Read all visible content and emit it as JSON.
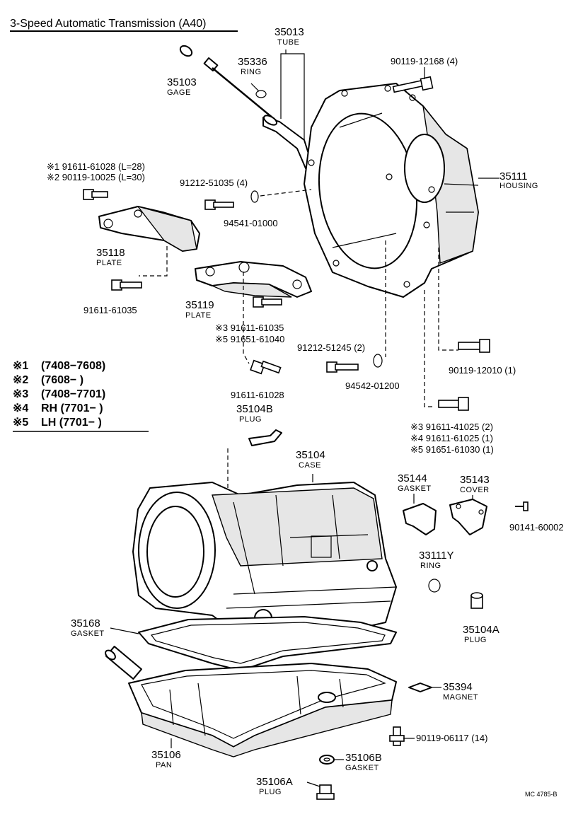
{
  "title": "3-Speed Automatic Transmission (A40)",
  "reference_code": "MC 4785-B",
  "legend": [
    {
      "mark": "※1",
      "text": "(7408−7608)"
    },
    {
      "mark": "※2",
      "text": "(7608−          )"
    },
    {
      "mark": "※3",
      "text": "(7408−7701)"
    },
    {
      "mark": "※4",
      "text": "RH (7701−          )"
    },
    {
      "mark": "※5",
      "text": "LH (7701−          )"
    }
  ],
  "labels": {
    "tube": {
      "number": "35013",
      "name": "TUBE"
    },
    "ring_35336": {
      "number": "35336",
      "name": "RING"
    },
    "gage": {
      "number": "35103",
      "name": "GAGE"
    },
    "bolt_12168": {
      "number": "90119-12168 (4)"
    },
    "housing": {
      "number": "35111",
      "name": "HOUSING"
    },
    "bolt_61028_a": {
      "line1": "※1 91611-61028 (L=28)",
      "line2": "※2 90119-10025 (L=30)"
    },
    "bolt_51035": {
      "number": "91212-51035 (4)"
    },
    "washer_01000": {
      "number": "94541-01000"
    },
    "plate_35118": {
      "number": "35118",
      "name": "PLATE"
    },
    "bolt_61035": {
      "number": "91611-61035"
    },
    "plate_35119": {
      "number": "35119",
      "name": "PLATE"
    },
    "bolt_multi_a": {
      "line1": "※3 91611-61035",
      "line2": "※5 91651-61040"
    },
    "bolt_51245": {
      "number": "91212-51245 (2)"
    },
    "washer_01200": {
      "number": "94542-01200"
    },
    "bolt_12010": {
      "number": "90119-12010 (1)"
    },
    "bolt_61028_b": {
      "number": "91611-61028"
    },
    "plug_35104B": {
      "number": "35104B",
      "name": "PLUG"
    },
    "bolt_multi_b": {
      "line1": "※3 91611-41025 (2)",
      "line2": "※4 91611-61025 (1)",
      "line3": "※5 91651-61030 (1)"
    },
    "case": {
      "number": "35104",
      "name": "CASE"
    },
    "gasket_35144": {
      "number": "35144",
      "name": "GASKET"
    },
    "cover_35143": {
      "number": "35143",
      "name": "COVER"
    },
    "screw_60002": {
      "number": "90141-60002"
    },
    "ring_33111Y": {
      "number": "33111Y",
      "name": "RING"
    },
    "gasket_35168": {
      "number": "35168",
      "name": "GASKET"
    },
    "plug_35104A": {
      "number": "35104A",
      "name": "PLUG"
    },
    "magnet": {
      "number": "35394",
      "name": "MAGNET"
    },
    "bolt_06117": {
      "number": "90119-06117 (14)"
    },
    "pan": {
      "number": "35106",
      "name": "PAN"
    },
    "gasket_35106B": {
      "number": "35106B",
      "name": "GASKET"
    },
    "plug_35106A": {
      "number": "35106A",
      "name": "PLUG"
    }
  }
}
